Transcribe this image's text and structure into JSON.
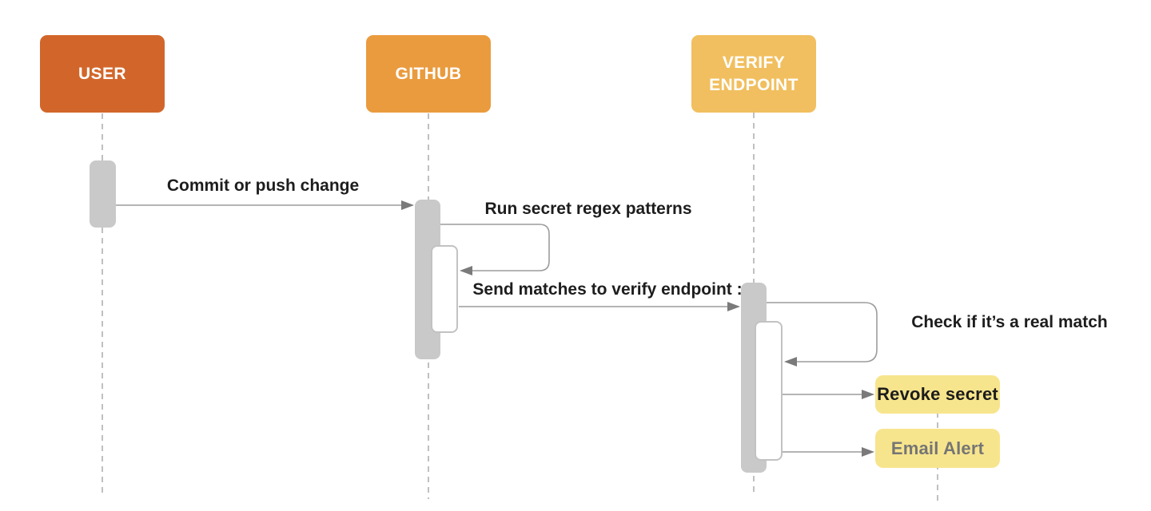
{
  "diagram_type": "sequence",
  "colors": {
    "user-box": "#d2662a",
    "github-box": "#ea9b3e",
    "verify-box": "#f1bf5f",
    "note-box": "#f7e58d",
    "note-text-dark": "#1c1c1c",
    "note-text-muted": "#757575",
    "actor-text": "#ffffff",
    "message-text": "#1d1d1d",
    "line": "#9c9c9c",
    "arrowhead": "#7a7a7a",
    "lifeline": "#a6a6a6",
    "activation-fill": "#c9c9c9",
    "activation-inner": "#ffffff",
    "activation-border": "#c2c2c2",
    "background": "#ffffff"
  },
  "actors": [
    {
      "id": "user",
      "label": "USER"
    },
    {
      "id": "github",
      "label": "GITHUB"
    },
    {
      "id": "verify",
      "label": "VERIFY ENDPOINT"
    }
  ],
  "messages": [
    {
      "from": "user",
      "to": "github",
      "kind": "call",
      "label": "Commit or push change"
    },
    {
      "from": "github",
      "to": "github",
      "kind": "self",
      "label": "Run secret regex patterns"
    },
    {
      "from": "github",
      "to": "verify",
      "kind": "call",
      "label": "Send matches to verify endpoint :"
    },
    {
      "from": "verify",
      "to": "verify",
      "kind": "self",
      "label": "Check if it’s a real match"
    },
    {
      "from": "verify",
      "to": "revoke-secret",
      "kind": "call",
      "label": ""
    },
    {
      "from": "verify",
      "to": "email-alert",
      "kind": "call",
      "label": ""
    }
  ],
  "notes": [
    {
      "id": "revoke-secret",
      "label": "Revoke secret",
      "emphasis": "dark"
    },
    {
      "id": "email-alert",
      "label": "Email Alert",
      "emphasis": "muted"
    }
  ]
}
